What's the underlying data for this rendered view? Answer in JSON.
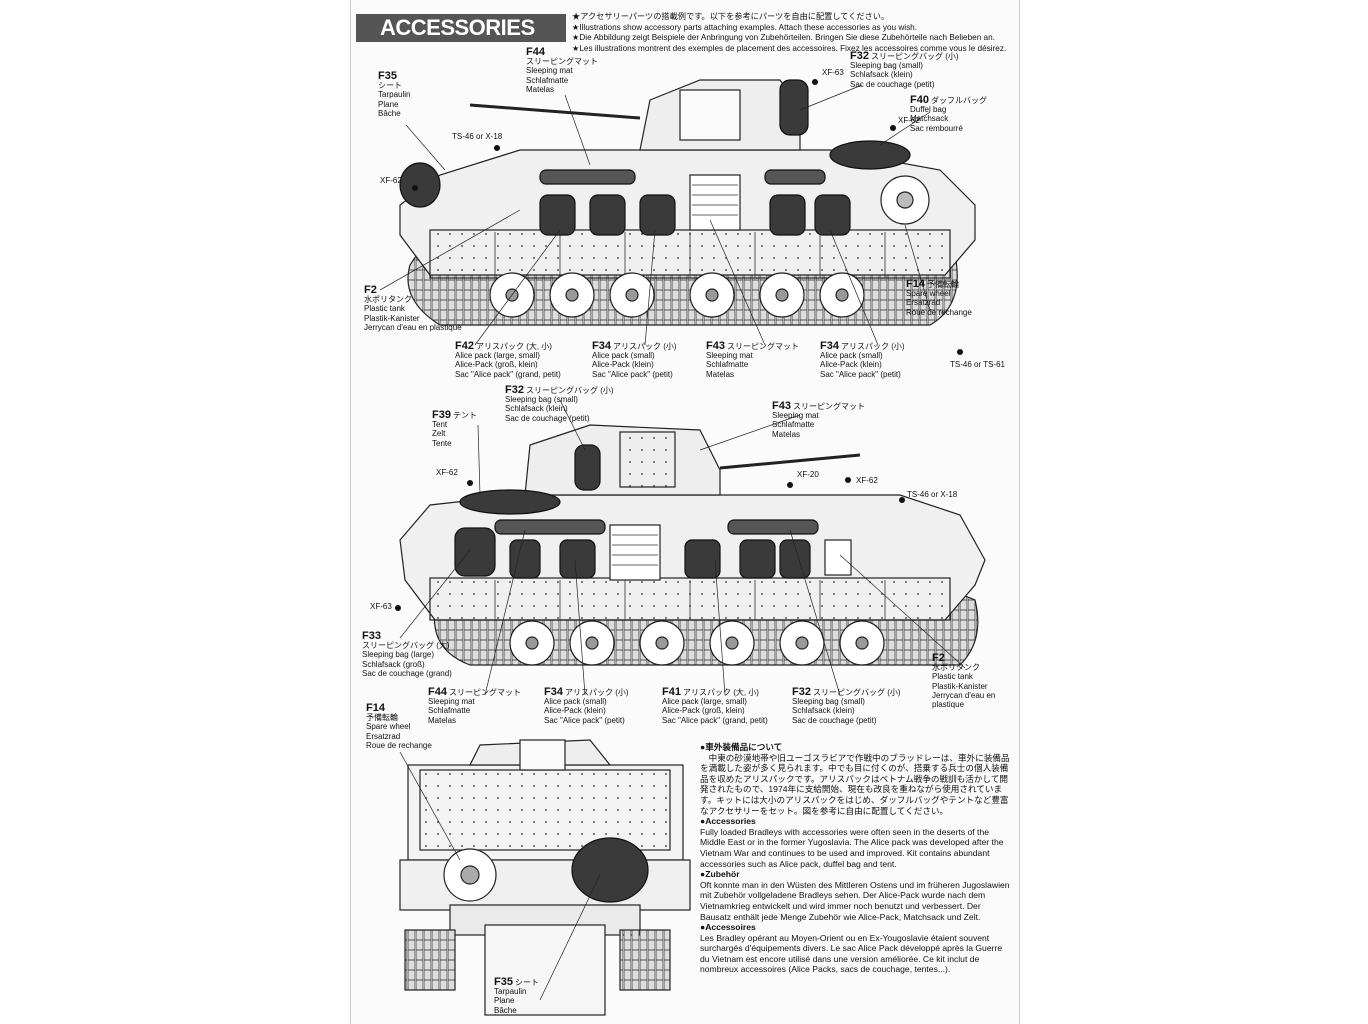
{
  "header": {
    "title": "ACCESSORIES",
    "intro": [
      "★アクセサリーパーツの搭載例です。以下を参考にパーツを自由に配置してください。",
      "★Illustrations show accessory parts attaching examples. Attach these accessories as you wish.",
      "★Die Abbildung zeigt Beispiele der Anbringung von Zubehörteilen. Bringen Sie diese Zubehörteile nach Belieben an.",
      "★Les illustrations montrent des exemples de placement des accessoires. Fixez les accessoires comme vous le désirez."
    ]
  },
  "top_view": {
    "f35": {
      "code": "F35",
      "text": "シート\nTarpaulin\nPlane\nBâche"
    },
    "f44": {
      "code": "F44",
      "text": "スリーピングマット\nSleeping mat\nSchlafmatte\nMatelas"
    },
    "f32": {
      "code": "F32",
      "text": "スリーピングバッグ (小)\nSleeping bag (small)\nSchlafsack (klein)\nSac de couchage (petit)"
    },
    "f40": {
      "code": "F40",
      "text": "ダッフルバッグ\nDuffel bag\nMatchsack\nSac rembourré"
    },
    "f2": {
      "code": "F2",
      "text": "水ポリタンク\nPlastic tank\nPlastik-Kanister\nJerrycan d'eau en plastique"
    },
    "f14": {
      "code": "F14",
      "text": "予備転輪\nSpare wheel\nErsatzrad\nRoue de rechange"
    },
    "f42": {
      "code": "F42",
      "text": "アリスパック (大, 小)\nAlice pack (large, small)\nAlice-Pack (groß, klein)\nSac \"Alice pack\" (grand, petit)"
    },
    "f34a": {
      "code": "F34",
      "text": "アリスパック (小)\nAlice pack (small)\nAlice-Pack (klein)\nSac \"Alice pack\" (petit)"
    },
    "f43": {
      "code": "F43",
      "text": "スリーピングマット\nSleeping mat\nSchlafmatte\nMatelas"
    },
    "f34b": {
      "code": "F34",
      "text": "アリスパック (小)\nAlice pack (small)\nAlice-Pack (klein)\nSac \"Alice pack\" (petit)"
    },
    "paints": {
      "xf63": "XF-63",
      "ts46x18": "TS-46 or X-18",
      "xf62a": "XF-62",
      "xf62b": "XF-62",
      "ts46ts61": "TS-46 or TS-61"
    }
  },
  "middle_view": {
    "f32": {
      "code": "F32",
      "text": "スリーピングバッグ (小)\nSleeping bag (small)\nSchlafsack (klein)\nSac de couchage (petit)"
    },
    "f39": {
      "code": "F39",
      "text": "テント\nTent\nZelt\nTente"
    },
    "f43": {
      "code": "F43",
      "text": "スリーピングマット\nSleeping mat\nSchlafmatte\nMatelas"
    },
    "f33": {
      "code": "F33",
      "text": "スリーピングバッグ (大)\nSleeping bag (large)\nSchlafsack (groß)\nSac de couchage (grand)"
    },
    "f2": {
      "code": "F2",
      "text": "水ポリタンク\nPlastic tank\nPlastik-Kanister\nJerrycan d'eau en\nplastique"
    },
    "f44": {
      "code": "F44",
      "text": "スリーピングマット\nSleeping mat\nSchlafmatte\nMatelas"
    },
    "f34": {
      "code": "F34",
      "text": "アリスパック (小)\nAlice pack (small)\nAlice-Pack (klein)\nSac \"Alice pack\" (petit)"
    },
    "f41": {
      "code": "F41",
      "text": "アリスパック (大, 小)\nAlice pack (large, small)\nAlice-Pack (groß, klein)\nSac \"Alice pack\" (grand, petit)"
    },
    "f32b": {
      "code": "F32",
      "text": "スリーピングバッグ (小)\nSleeping bag (small)\nSchlafsack (klein)\nSac de couchage (petit)"
    },
    "paints": {
      "xf62a": "XF-62",
      "xf20": "XF-20",
      "xf62b": "XF-62",
      "ts46x18": "TS-46 or X-18",
      "xf63": "XF-63"
    }
  },
  "rear_view": {
    "f14": {
      "code": "F14",
      "text": "予備転輪\nSpare wheel\nErsatzrad\nRoue de rechange"
    },
    "f35": {
      "code": "F35",
      "text": "シート\nTarpaulin\nPlane\nBâche"
    }
  },
  "notes": {
    "jp_heading": "●車外装備品について",
    "jp_text": "　中東の砂漠地帯や旧ユーゴスラビアで作戦中のブラッドレーは、車外に装備品を満載した姿が多く見られます。中でも目に付くのが、搭乗する兵士の個人装備品を収めたアリスパックです。アリスパックはベトナム戦争の戦訓も活かして開発されたもので、1974年に支給開始、現在も改良を重ねながら使用されています。キットには大小のアリスパックをはじめ、ダッフルバッグやテントなど豊富なアクセサリーをセット。図を参考に自由に配置してください。",
    "en_heading": "●Accessories",
    "en_text": "Fully loaded Bradleys with accessories were often seen in the deserts of the Middle East or in the former Yugoslavia. The Alice pack was developed after the Vietnam War and continues to be used and improved. Kit contains abundant accessories such as Alice pack, duffel bag and tent.",
    "de_heading": "●Zubehör",
    "de_text": "Oft konnte man in den Wüsten des Mittleren Ostens und im früheren Jugoslawien mit Zubehör vollgeladene Bradleys sehen. Der Alice-Pack wurde nach dem Vietnamkrieg entwickelt und wird immer noch benutzt und verbessert. Der Bausatz enthält jede Menge Zubehör wie Alice-Pack, Matchsack und Zelt.",
    "fr_heading": "●Accessoires",
    "fr_text": "Les Bradley opérant au Moyen-Orient ou en Ex-Yougoslavie étaient souvent surchargés d'équipements divers. Le sac Alice Pack développé après la Guerre du Vietnam est encore utilisé dans une version améliorée. Ce kit inclut de nombreux accessoires (Alice Packs, sacs de couchage, tentes...)."
  }
}
